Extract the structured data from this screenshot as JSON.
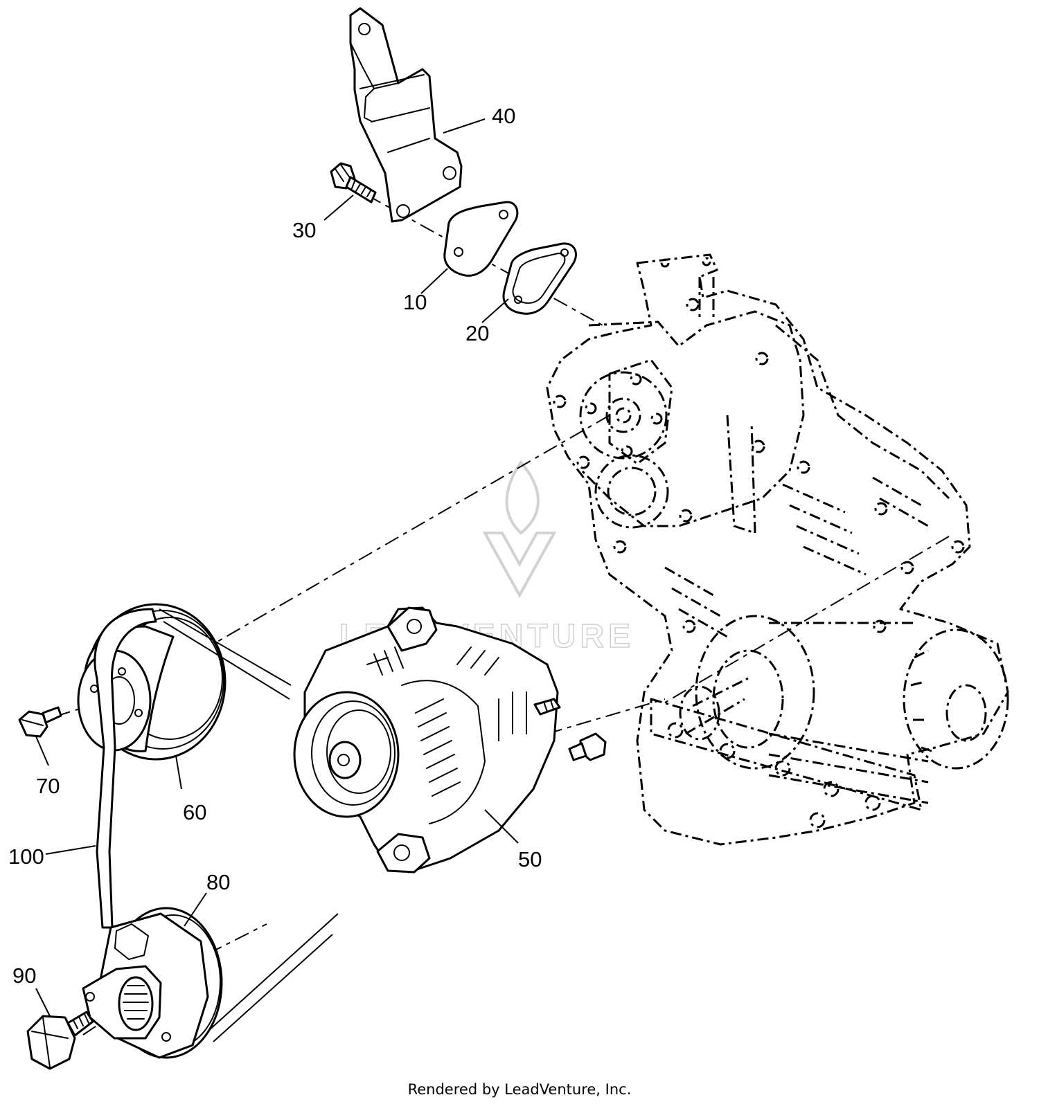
{
  "diagram": {
    "callouts": [
      {
        "id": "10",
        "label": "10"
      },
      {
        "id": "20",
        "label": "20"
      },
      {
        "id": "30",
        "label": "30"
      },
      {
        "id": "40",
        "label": "40"
      },
      {
        "id": "50",
        "label": "50"
      },
      {
        "id": "60",
        "label": "60"
      },
      {
        "id": "70",
        "label": "70"
      },
      {
        "id": "80",
        "label": "80"
      },
      {
        "id": "90",
        "label": "90"
      },
      {
        "id": "100",
        "label": "100"
      }
    ],
    "watermark": "LEADVENTURE"
  },
  "footer": {
    "credit": "Rendered by LeadVenture, Inc."
  }
}
